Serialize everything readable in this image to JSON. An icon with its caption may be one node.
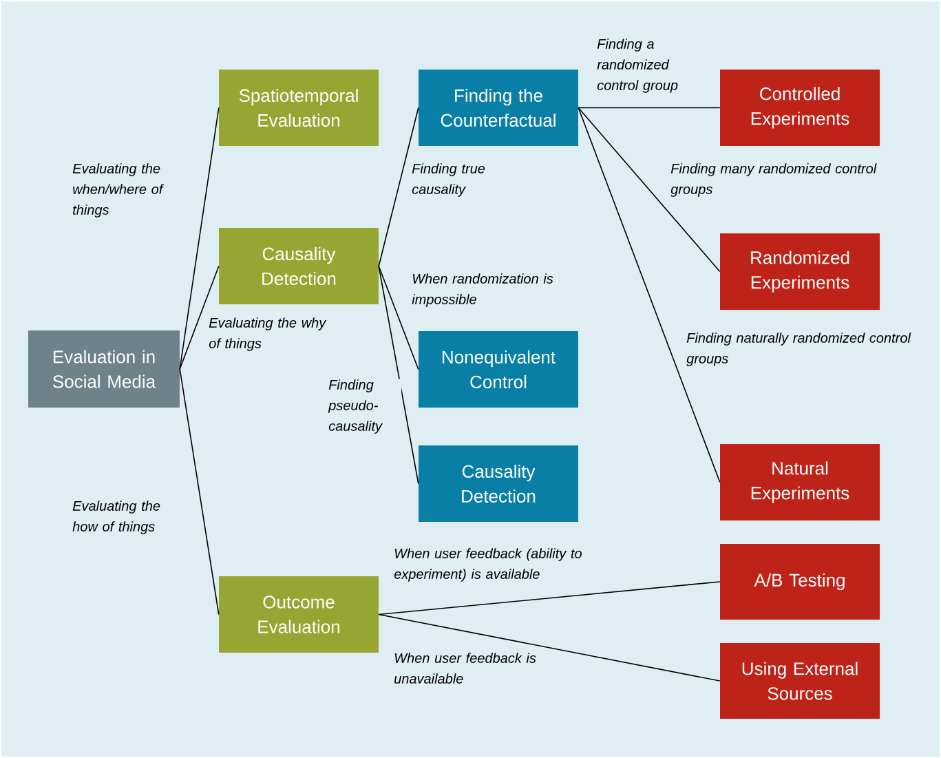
{
  "diagram": {
    "nodes": [
      {
        "text": [
          "Evaluation in Social Media"
        ]
      },
      {
        "text": [
          "Spatiotemporal Evaluation"
        ]
      },
      {
        "text": [
          "Causality Detection"
        ]
      },
      {
        "text": [
          "Outcome Evaluation"
        ]
      },
      {
        "text": [
          "Finding the Counterfactual"
        ]
      },
      {
        "text": [
          "Nonequivalent Control"
        ]
      },
      {
        "text": [
          "Causality Detection"
        ]
      },
      {
        "text": [
          "Controlled Experiments"
        ]
      },
      {
        "text": [
          "Randomized Experiments"
        ]
      },
      {
        "text": [
          "Natural Experiments"
        ]
      },
      {
        "text": [
          "A/B Testing"
        ]
      },
      {
        "text": [
          "Using External Sources"
        ]
      }
    ],
    "edges": [
      {
        "from": 0,
        "to": 1,
        "arrow": "none",
        "label": "Evaluating the when/where of things"
      },
      {
        "from": 0,
        "to": 2,
        "arrow": "none",
        "label": "Evaluating the why of things"
      },
      {
        "from": 0,
        "to": 3,
        "arrow": "none",
        "label": "Evaluating the how of things"
      },
      {
        "from": 2,
        "to": 4,
        "arrow": "none",
        "label": "Finding true causality"
      },
      {
        "from": 2,
        "to": 5,
        "arrow": "none",
        "label": "When randomization is impossible"
      },
      {
        "from": 2,
        "to": 6,
        "arrow": "none",
        "label": "Finding pseudo-causality"
      },
      {
        "from": 4,
        "to": 7,
        "arrow": "none",
        "label": "Finding a randomized control group"
      },
      {
        "from": 4,
        "to": 8,
        "arrow": "none",
        "label": "Finding many randomized control groups"
      },
      {
        "from": 4,
        "to": 9,
        "arrow": "none",
        "label": "Finding naturally randomized control groups"
      },
      {
        "from": 3,
        "to": 10,
        "arrow": "none",
        "label": "When user feedback (ability to experiment) is available"
      },
      {
        "from": 3,
        "to": 11,
        "arrow": "none",
        "label": "When user feedback is unavailable"
      }
    ]
  }
}
